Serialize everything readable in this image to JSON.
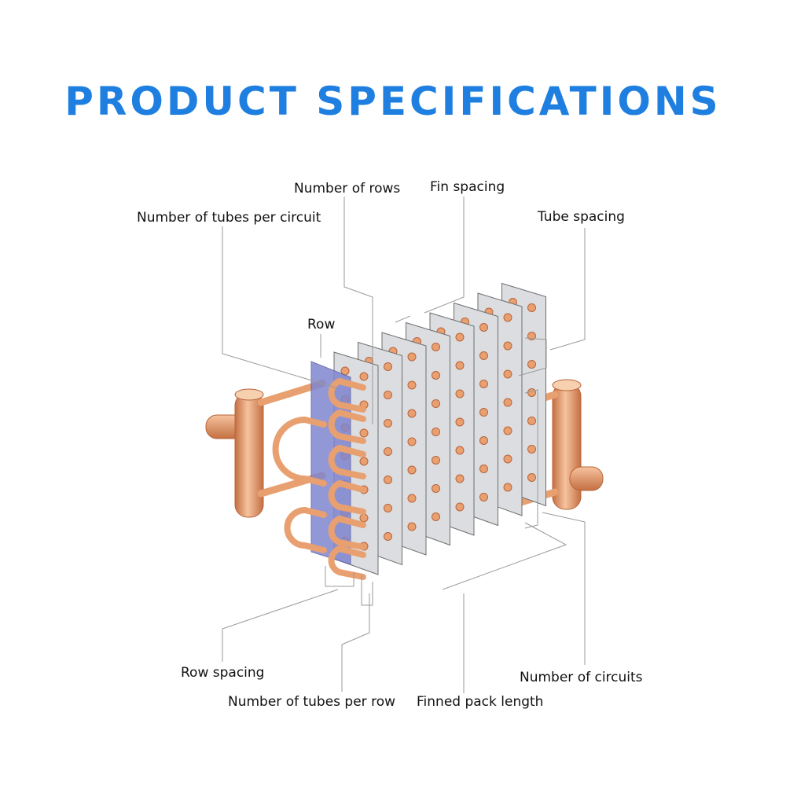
{
  "title": "PRODUCT SPECIFICATIONS",
  "colors": {
    "title": "#1e7fe0",
    "copper": "#e9a070",
    "copper_dark": "#b8643a",
    "copper_light": "#f7d0b0",
    "fin": "#dcdde0",
    "row_highlight": "#7f86cf"
  },
  "labels": {
    "number_of_rows": "Number of rows",
    "fin_spacing": "Fin spacing",
    "tubes_per_circuit": "Number of tubes per circuit",
    "tube_spacing": "Tube spacing",
    "row": "Row",
    "row_spacing": "Row spacing",
    "number_of_circuits": "Number of circuits",
    "tubes_per_row": "Number of tubes per row",
    "finned_pack_length": "Finned pack length"
  }
}
